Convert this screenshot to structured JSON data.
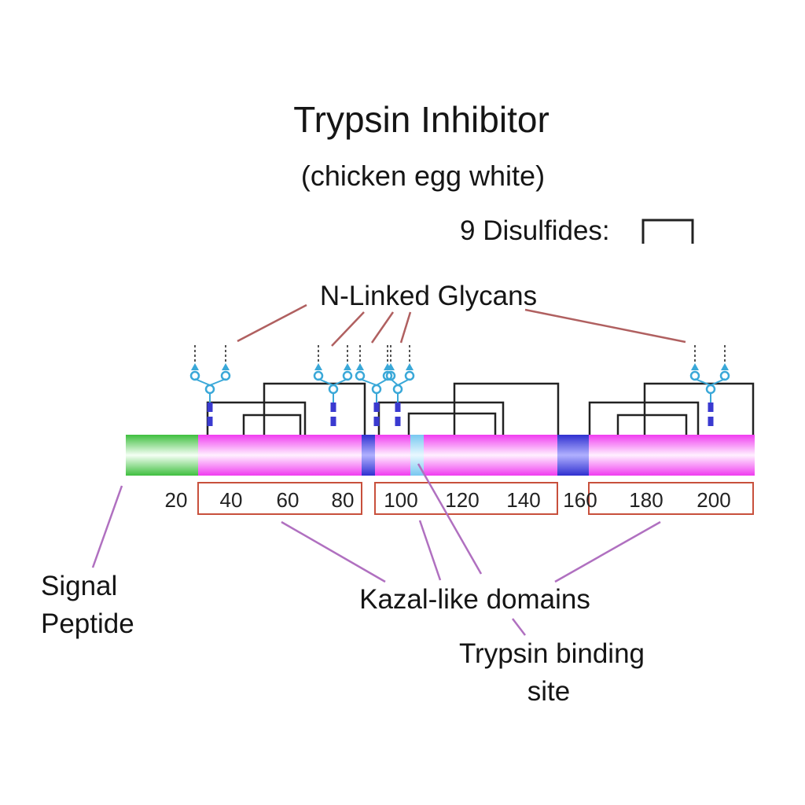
{
  "title": "Trypsin Inhibitor",
  "subtitle": "(chicken egg white)",
  "legend": {
    "disulfide_label": "9 Disulfides:"
  },
  "labels": {
    "glycans": "N-Linked Glycans",
    "signal_line1": "Signal",
    "signal_line2": "Peptide",
    "kazal": "Kazal-like domains",
    "binding_line1": "Trypsin binding",
    "binding_line2": "site"
  },
  "ticks": [
    "20",
    "40",
    "60",
    "80",
    "100",
    "120",
    "140",
    "160",
    "180",
    "200"
  ],
  "colors": {
    "signal_peptide": "#3fbf3f",
    "domain": "#f03cf0",
    "linker": "#3030d0",
    "binding_site": "#8ad8f0",
    "glycan": "#3aa8d8",
    "disulfide": "#222222",
    "domain_box": "#c8503c",
    "callout": "#b070c0"
  }
}
